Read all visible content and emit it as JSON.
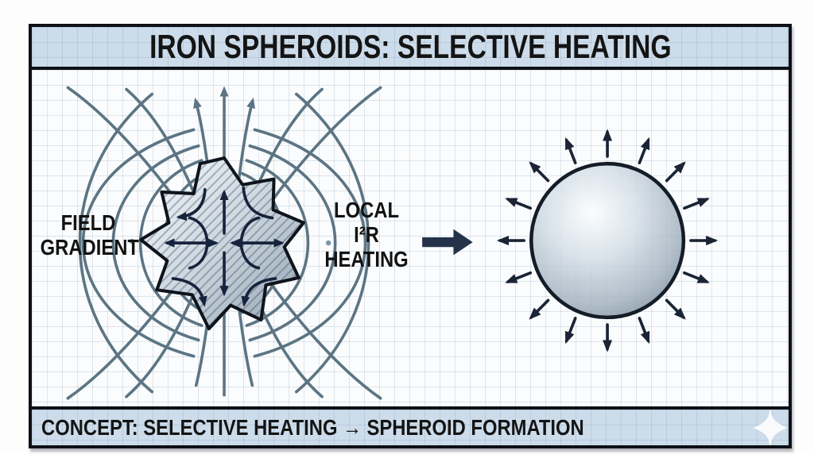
{
  "header": {
    "title": "IRON SPHEROIDS: SELECTIVE HEATING"
  },
  "labels": {
    "field_gradient": [
      "FIELD",
      "GRADIENT"
    ],
    "local_heating": [
      "LOCAL",
      "I²R",
      "HEATING"
    ]
  },
  "footer": {
    "caption": "CONCEPT: SELECTIVE HEATING → SPHEROID FORMATION"
  },
  "icons": {
    "transition_arrow": "bold-right-arrow",
    "sparkle": "four-pointed-star",
    "field_line_arrows": "up-arrowheads",
    "heat_arrows": "outward-radial-arrows"
  },
  "colors": {
    "panel_blue": "#cddcea",
    "ink": "#141414",
    "frame_border": "#0d1117",
    "field_line": "#5c7584",
    "eddy_arrow": "#15233c",
    "heat_arrow": "#1a2435",
    "grid_line": "#c9d5e0",
    "sphere_edge": "#141c28"
  }
}
